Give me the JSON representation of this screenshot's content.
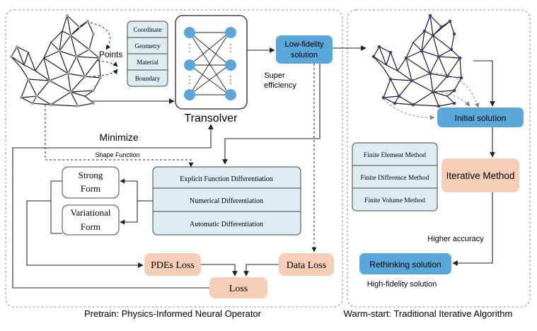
{
  "panels": {
    "left_caption": "Pretrain: Physics-Informed Neural Operator",
    "right_caption": "Warm-start: Traditional Iterative Algorithm"
  },
  "pretrain": {
    "points_label": "Points",
    "inputs": [
      "Coordinate",
      "Geometry",
      "Material",
      "Boundary"
    ],
    "model_label": "Transolver",
    "output_label_line1": "Low-fidelity",
    "output_label_line2": "solution",
    "super_line1": "Super",
    "super_line2": "efficiency",
    "minimize_label": "Minimize",
    "shape_function_label": "Shape Function",
    "strong_form_line1": "Strong",
    "strong_form_line2": "Form",
    "variational_form_line1": "Variational",
    "variational_form_line2": "Form",
    "differentiation_methods": [
      "Explicit Function Differentiation",
      "Numerical Differentiation",
      "Automatic Differentiation"
    ],
    "pdes_loss": "PDEs Loss",
    "data_loss": "Data Loss",
    "loss": "Loss"
  },
  "warmstart": {
    "initial_solution": "Initial solution",
    "numerical_methods": [
      "Finite Element Method",
      "Finite Difference Method",
      "Finite Volume Method"
    ],
    "iterative_method": "Iterative Method",
    "higher_accuracy": "Higher accuracy",
    "rethinking_solution": "Rethinking solution",
    "high_fidelity": "High-fidelity solution"
  },
  "colors": {
    "blue_box": "#5aa7dc",
    "light_blue_panel": "#dcedf2",
    "salmon_box": "#f6cdb7",
    "mesh_dark": "#1a1a1a",
    "mesh_blue_nodes": "#3b3b9e",
    "panel_border": "#8a8a8a"
  }
}
